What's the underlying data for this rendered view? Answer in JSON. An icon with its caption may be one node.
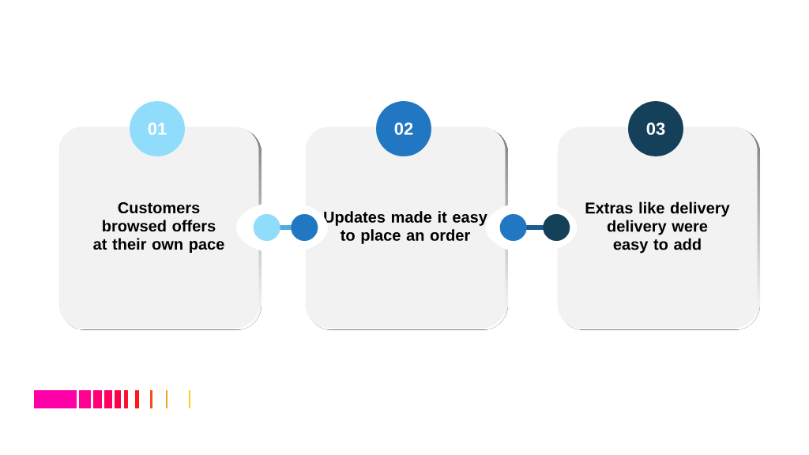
{
  "diagram": {
    "nodes": [
      {
        "text": [
          "01",
          "Customers browsed offers at their own pace"
        ]
      },
      {
        "text": [
          "02",
          "Updates made it easy to place an order"
        ]
      },
      {
        "text": [
          "03",
          "Extras like delivery delivery were easy to add"
        ]
      }
    ],
    "edges": [
      {
        "from": 0,
        "to": 1,
        "arrow": "other"
      },
      {
        "from": 1,
        "to": 2,
        "arrow": "other"
      }
    ]
  }
}
